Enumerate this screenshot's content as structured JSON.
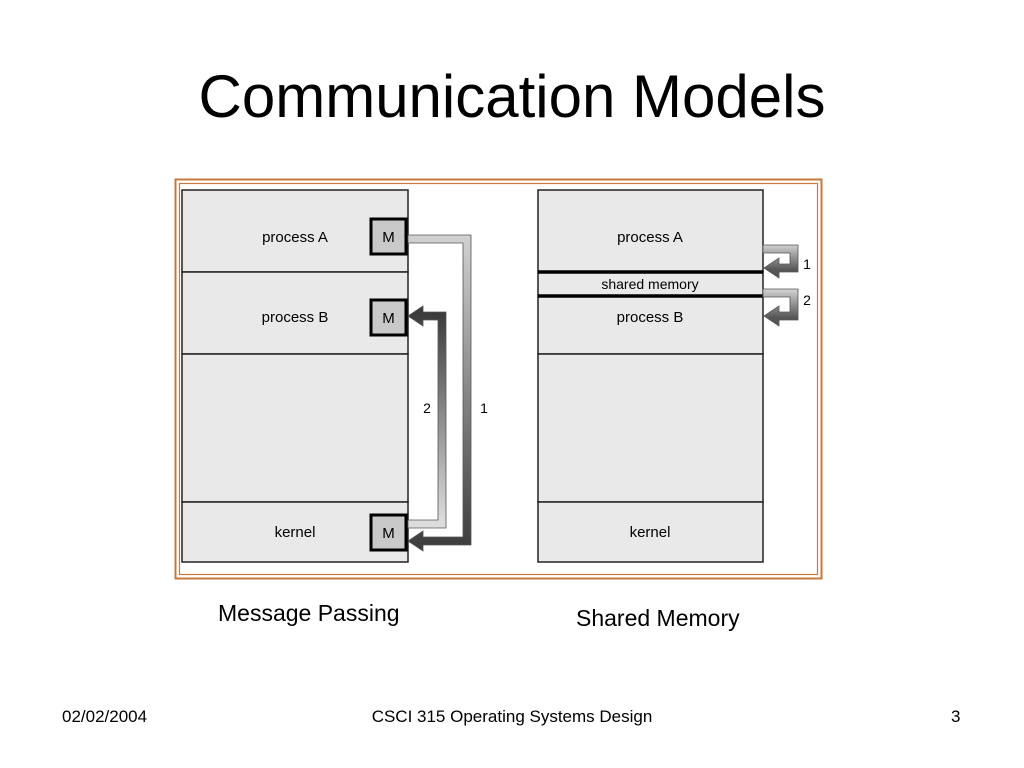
{
  "title": "Communication Models",
  "message_passing": {
    "caption": "Message Passing",
    "process_a": "process A",
    "process_b": "process B",
    "kernel": "kernel",
    "mailbox": "M",
    "arrow_1": "1",
    "arrow_2": "2"
  },
  "shared_memory": {
    "caption": "Shared Memory",
    "process_a": "process A",
    "shared": "shared memory",
    "process_b": "process B",
    "kernel": "kernel",
    "arrow_1": "1",
    "arrow_2": "2"
  },
  "footer": {
    "date": "02/02/2004",
    "course": "CSCI 315 Operating Systems Design",
    "page": "3"
  },
  "colors": {
    "frame": "#c8783a",
    "box_fill": "#e9e9e9",
    "mailbox_fill": "#c9c9c9"
  }
}
